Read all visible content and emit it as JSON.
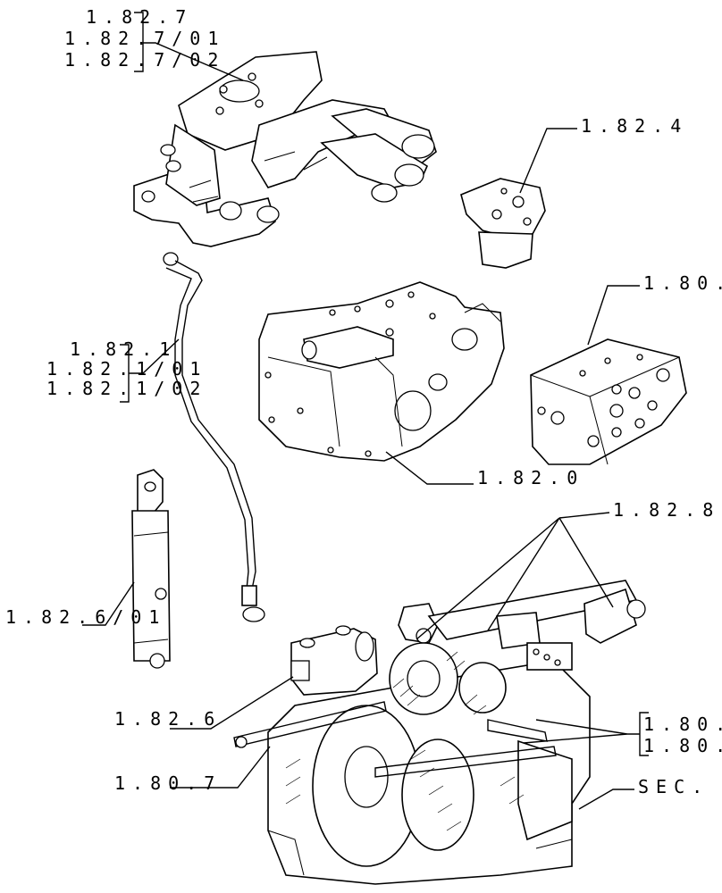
{
  "labels": {
    "control_valve_a": "1.82.7",
    "control_valve_b": "1.82.7/01",
    "control_valve_c": "1.82.7/02",
    "relief_valve": "1.82.4",
    "valve_block": "1.80.",
    "pipe_a": "1.82.1",
    "pipe_b": "1.82.1/01",
    "pipe_c": "1.82.1/02",
    "lift_housing": "1.82.0",
    "lift_arms": "1.82.8",
    "cylinder": "1.82.6/01",
    "pump": "1.82.6",
    "shaft": "1.80.7",
    "gear_a": "1.80.",
    "gear_b": "1.80.",
    "section": "SEC."
  }
}
